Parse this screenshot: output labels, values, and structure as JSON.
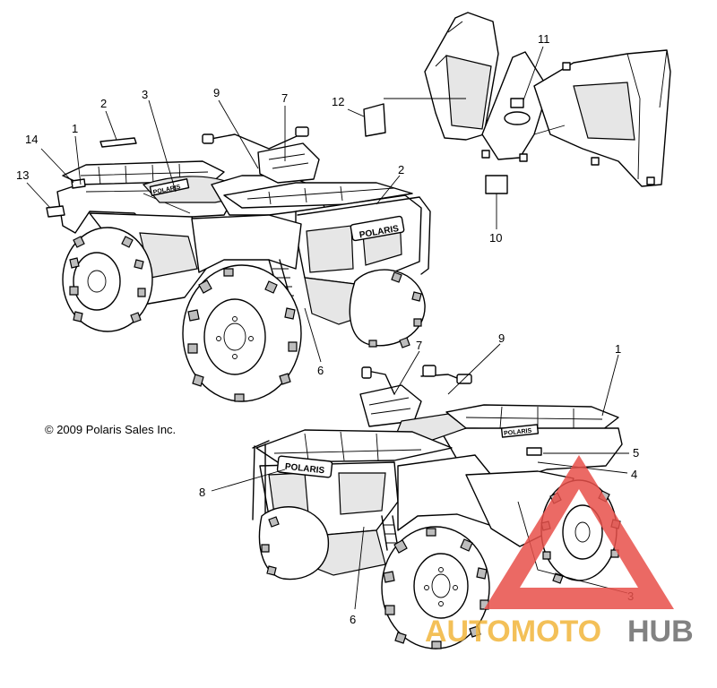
{
  "copyright": "© 2009 Polaris Sales Inc.",
  "brand_decal_text": "POLARIS",
  "watermark": {
    "part1": "AUTOMOTO",
    "part2": "HUB"
  },
  "callouts_top": [
    {
      "id": "c1-top",
      "label": "1"
    },
    {
      "id": "c2-top-left",
      "label": "2"
    },
    {
      "id": "c3-top",
      "label": "3"
    },
    {
      "id": "c9-top",
      "label": "9"
    },
    {
      "id": "c7-top",
      "label": "7"
    },
    {
      "id": "c12",
      "label": "12"
    },
    {
      "id": "c11",
      "label": "11"
    },
    {
      "id": "c14",
      "label": "14"
    },
    {
      "id": "c13",
      "label": "13"
    },
    {
      "id": "c2-top-right",
      "label": "2"
    },
    {
      "id": "c10",
      "label": "10"
    },
    {
      "id": "c6-top",
      "label": "6"
    }
  ],
  "callouts_bottom": [
    {
      "id": "c7-bottom",
      "label": "7"
    },
    {
      "id": "c9-bottom",
      "label": "9"
    },
    {
      "id": "c1-bottom",
      "label": "1"
    },
    {
      "id": "c5",
      "label": "5"
    },
    {
      "id": "c4",
      "label": "4"
    },
    {
      "id": "c8",
      "label": "8"
    },
    {
      "id": "c3-bottom",
      "label": "3"
    },
    {
      "id": "c6-bottom",
      "label": "6"
    }
  ],
  "colors": {
    "watermark_red": "#e8504a",
    "watermark_gold": "#f2b63c",
    "watermark_gray": "#6d6d6d"
  }
}
